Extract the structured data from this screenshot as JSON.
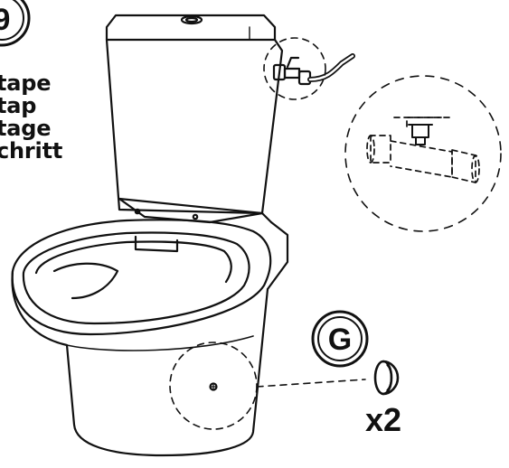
{
  "step": {
    "number": "9",
    "labels": [
      "tape",
      "tap",
      "tage",
      "chritt"
    ]
  },
  "part": {
    "letter": "G",
    "quantity": "x2"
  }
}
